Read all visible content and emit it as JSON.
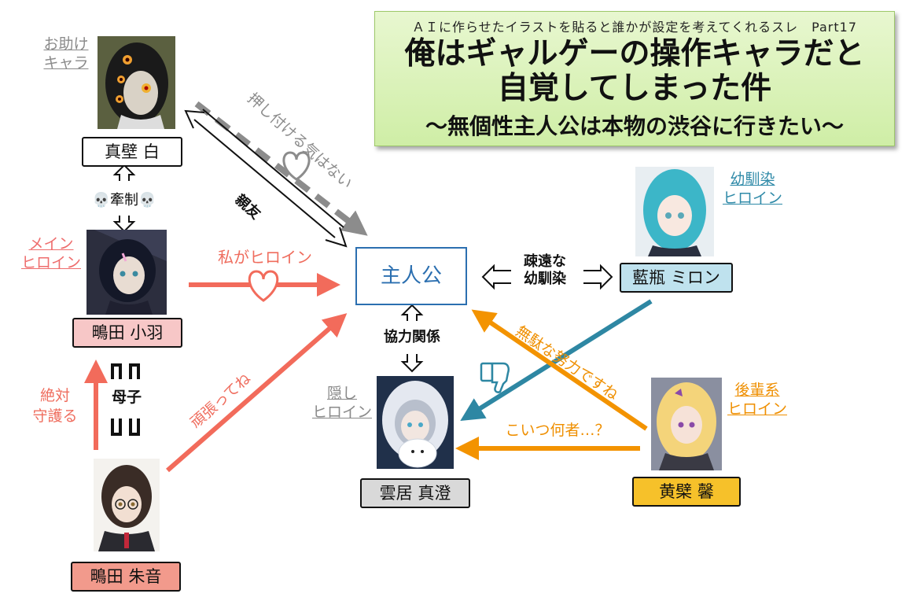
{
  "banner": {
    "subtitle": "ＡＩに作らせたイラストを貼ると誰かが設定を考えてくれるスレ　Part17",
    "title_line1": "俺はギャルゲーの操作キャラだと",
    "title_line2": "自覚してしまった件",
    "tagline": "～無個性主人公は本物の渋谷に行きたい～"
  },
  "characters": {
    "protagonist": {
      "name": "主人公"
    },
    "makabe": {
      "name": "真壁 白",
      "role_line1": "お助け",
      "role_line2": "キャラ"
    },
    "shigita_kohane": {
      "name": "鴫田 小羽",
      "role_line1": "メイン",
      "role_line2": "ヒロイン"
    },
    "shigita_akane": {
      "name": "鴫田 朱音"
    },
    "kumoi": {
      "name": "雲居 真澄",
      "role_line1": "隠し",
      "role_line2": "ヒロイン"
    },
    "aigame": {
      "name": "藍瓶 ミロン",
      "role_line1": "幼馴染",
      "role_line2": "ヒロイン"
    },
    "kihada": {
      "name": "黄檗 馨",
      "role_line1": "後輩系",
      "role_line2": "ヒロイン"
    }
  },
  "relations": {
    "restraint": "💀牽制💀",
    "best_friend": "親友",
    "no_intention": "押し付ける気はない",
    "i_am_heroine": "私がヒロイン",
    "estranged_line1": "疎遠な",
    "estranged_line2": "幼馴染",
    "cooperation": "協力関係",
    "useless_effort": "無駄な努力ですね",
    "who_is_this": "こいつ何者…？",
    "do_your_best": "頑張ってね",
    "absolute_line1": "絶対",
    "absolute_line2": "守護る",
    "mother_child": "母子"
  },
  "colors": {
    "red_arrow": "#f26b5b",
    "orange_arrow": "#f39300",
    "teal_arrow": "#2e87a3",
    "gray_arrow": "#8c8c8c",
    "protagonist_border": "#2b6fb0"
  }
}
